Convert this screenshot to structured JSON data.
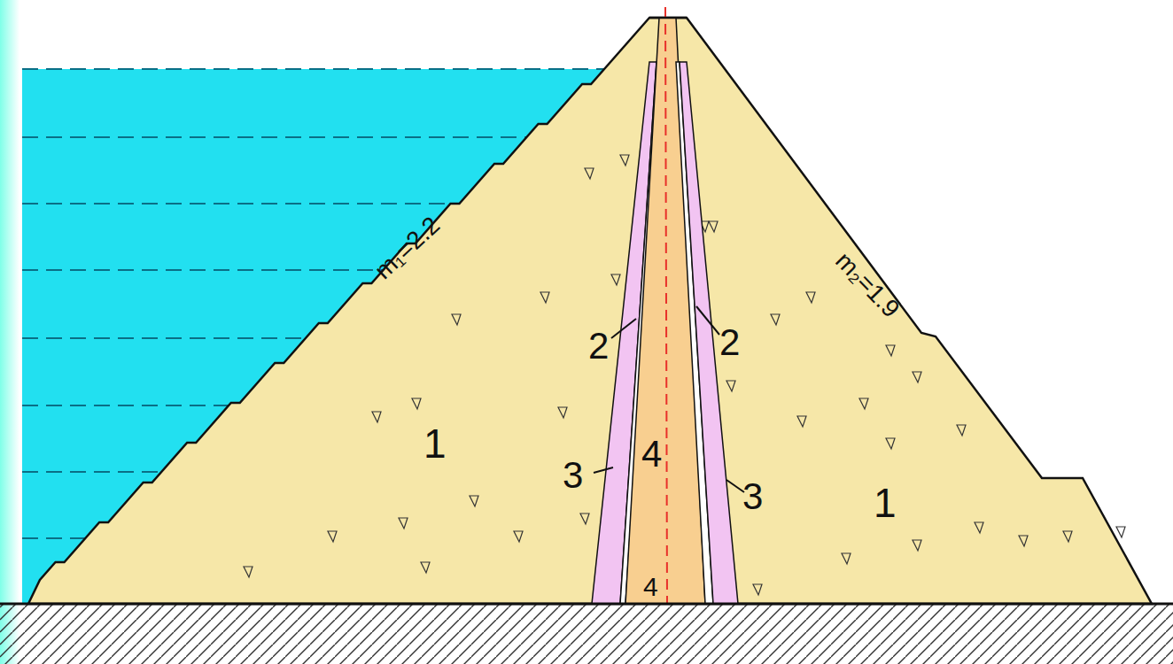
{
  "diagram": {
    "labels": [
      "m₁=2.2",
      "m₂=1.9",
      "2",
      "2",
      "3",
      "3",
      "4",
      "1",
      "1",
      "4"
    ]
  }
}
